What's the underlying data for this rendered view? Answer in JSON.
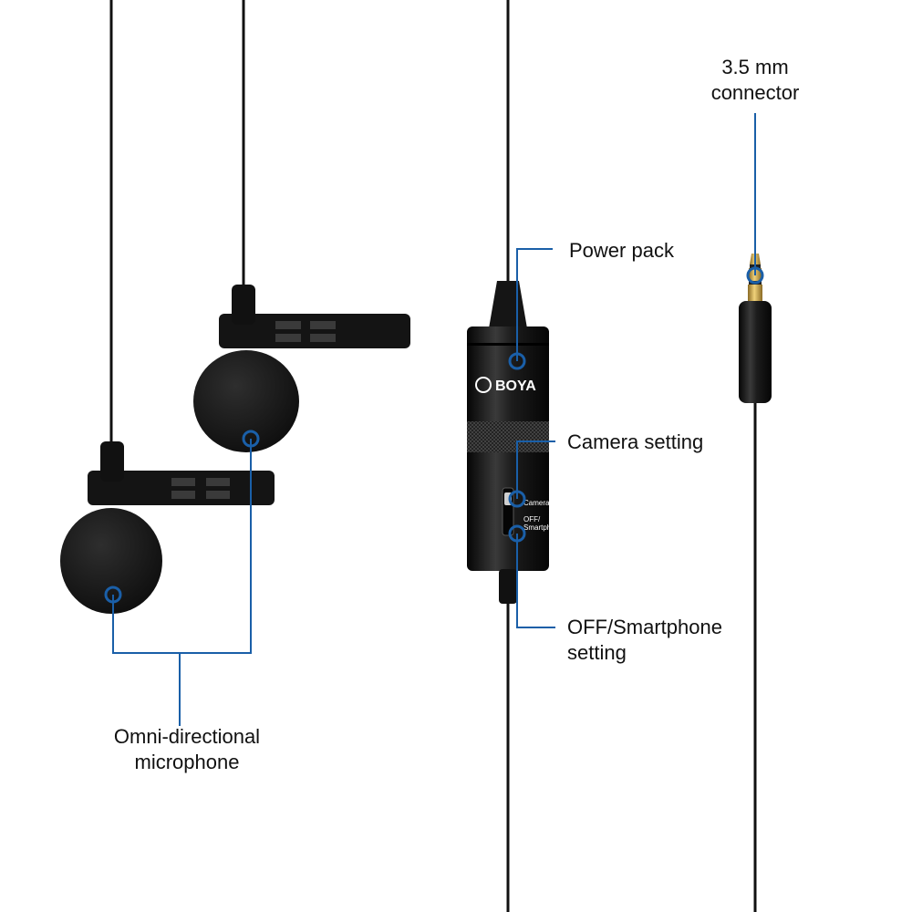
{
  "labels": {
    "connector": {
      "line1": "3.5 mm",
      "line2": "connector"
    },
    "power_pack": "Power pack",
    "camera_setting": "Camera setting",
    "off_smartphone": {
      "line1": "OFF/Smartphone",
      "line2": "setting"
    },
    "microphone": {
      "line1": "Omni-directional",
      "line2": "microphone"
    }
  },
  "device": {
    "brand": "BOYA",
    "switch_top": "Camera",
    "switch_bottom_1": "OFF/",
    "switch_bottom_2": "Smartphone"
  },
  "colors": {
    "callout": "#1a5fa8",
    "cable": "#111111",
    "foam": "#1c1c1c",
    "body": "#151515",
    "gold": "#c9a34a",
    "text": "#111111"
  }
}
